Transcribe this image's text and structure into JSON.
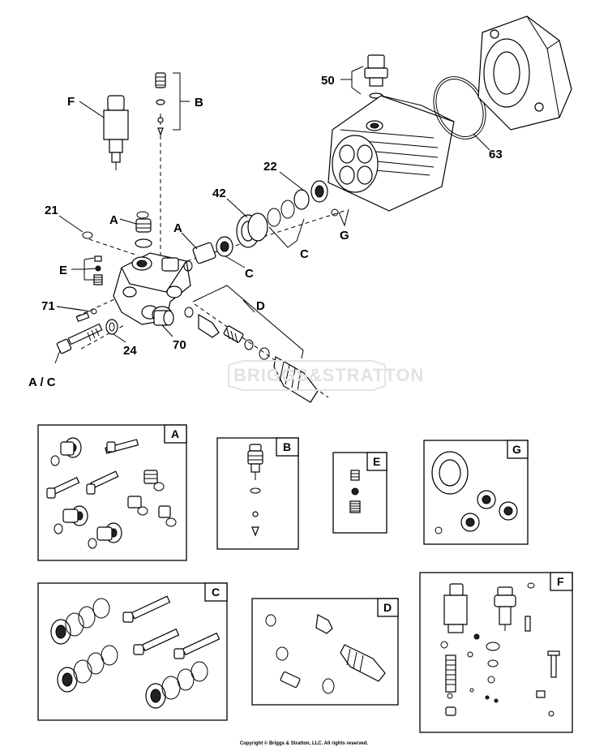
{
  "callouts": {
    "F": "F",
    "B": "B",
    "50": "50",
    "63": "63",
    "22": "22",
    "42": "42",
    "21": "21",
    "A_top": "A",
    "A_mid": "A",
    "E": "E",
    "C_mid": "C",
    "C_right": "C",
    "G": "G",
    "D": "D",
    "71": "71",
    "24": "24",
    "70": "70",
    "AC": "A / C"
  },
  "watermark": "BRIGGS&STRATTON",
  "kits": {
    "A": "A",
    "B": "B",
    "E": "E",
    "G": "G",
    "C": "C",
    "D": "D",
    "F": "F"
  },
  "copyright": "Copyright © Briggs & Stratton, LLC. All rights reserved."
}
